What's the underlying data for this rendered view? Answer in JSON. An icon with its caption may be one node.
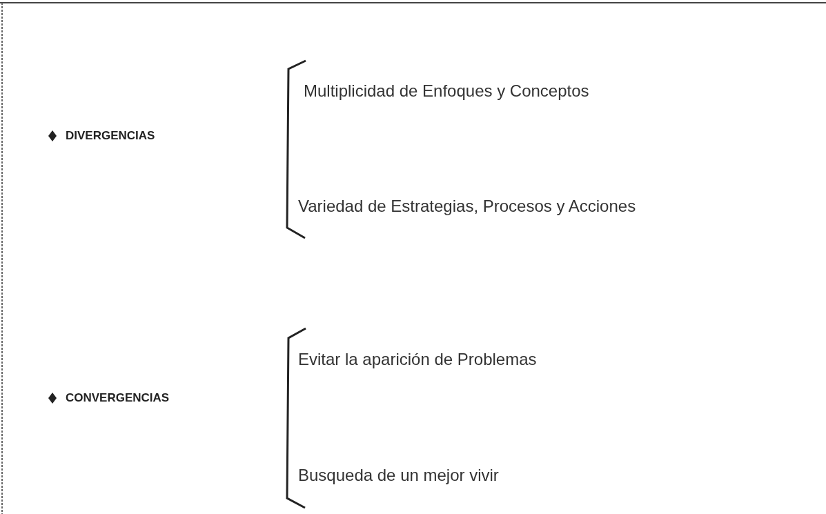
{
  "diagram": {
    "labels": [
      "DIVERGENCIAS",
      "Multiplicidad de Enfoques y Conceptos",
      "Variedad de Estrategias, Procesos y Acciones",
      "CONVERGENCIAS",
      "Evitar la aparición de Problemas",
      "Busqueda de un mejor vivir"
    ]
  }
}
